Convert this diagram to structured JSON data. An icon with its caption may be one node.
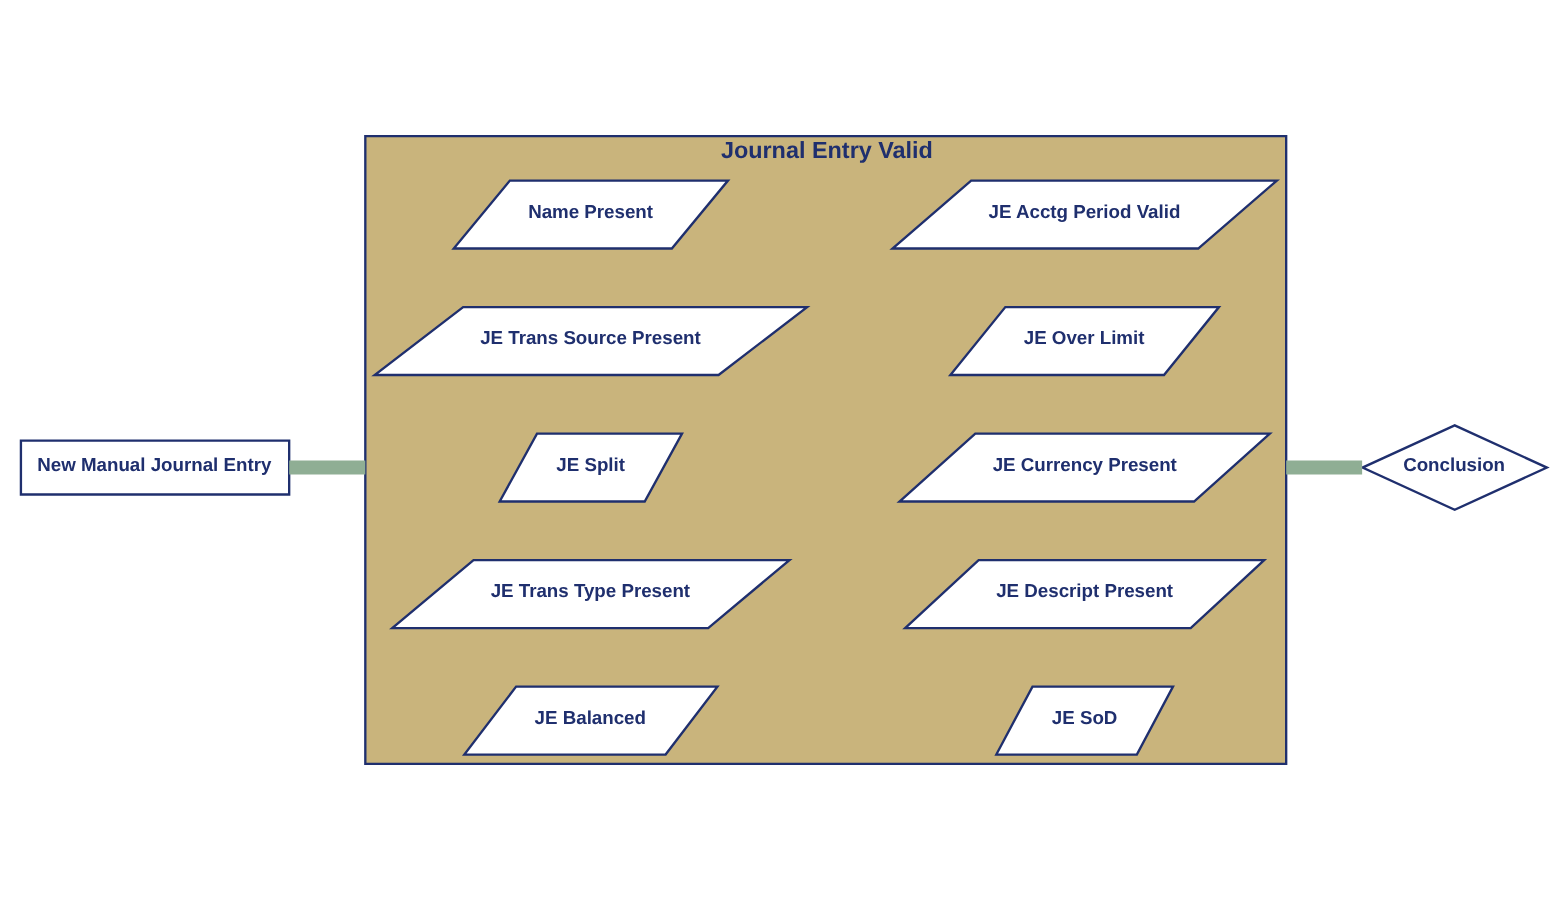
{
  "diagram": {
    "nodes": [
      {
        "text": [
          "New Manual Journal Entry"
        ]
      },
      {
        "text": [
          "Journal Entry Valid"
        ]
      },
      {
        "text": [
          "Name Present"
        ],
        "in": 1
      },
      {
        "text": [
          "JE Acctg Period Valid"
        ],
        "in": 1
      },
      {
        "text": [
          "JE Trans Source Present"
        ],
        "in": 1
      },
      {
        "text": [
          "JE Over Limit"
        ],
        "in": 1
      },
      {
        "text": [
          "JE Split"
        ],
        "in": 1
      },
      {
        "text": [
          "JE Currency Present"
        ],
        "in": 1
      },
      {
        "text": [
          "JE Trans Type Present"
        ],
        "in": 1
      },
      {
        "text": [
          "JE Descript Present"
        ],
        "in": 1
      },
      {
        "text": [
          "JE Balanced"
        ],
        "in": 1
      },
      {
        "text": [
          "JE SoD"
        ],
        "in": 1
      },
      {
        "text": [
          "Conclusion"
        ]
      }
    ],
    "edges": [
      {
        "from": 0,
        "to": 1,
        "arrow": "none"
      },
      {
        "from": 1,
        "to": 12,
        "arrow": "none"
      }
    ]
  }
}
